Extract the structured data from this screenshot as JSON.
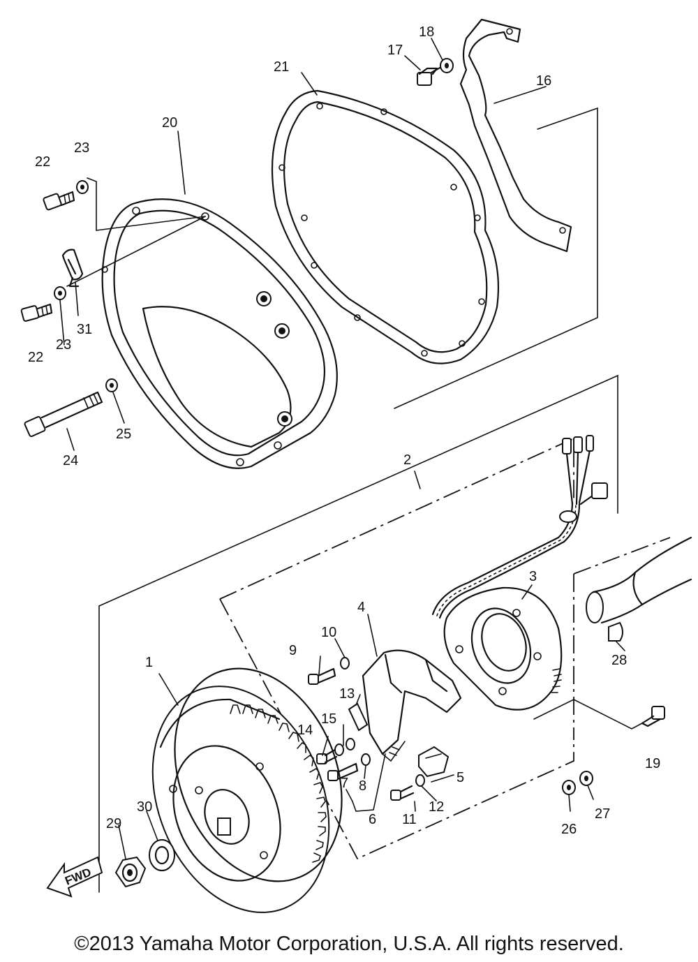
{
  "parts": {
    "p1": "1",
    "p2": "2",
    "p3": "3",
    "p4": "4",
    "p5": "5",
    "p6": "6",
    "p7": "7",
    "p8": "8",
    "p9": "9",
    "p10": "10",
    "p11": "11",
    "p12": "12",
    "p13": "13",
    "p14": "14",
    "p15": "15",
    "p16": "16",
    "p17": "17",
    "p18": "18",
    "p19": "19",
    "p20": "20",
    "p21": "21",
    "p22a": "22",
    "p22b": "22",
    "p23a": "23",
    "p23b": "23",
    "p24": "24",
    "p25": "25",
    "p26": "26",
    "p27": "27",
    "p28": "28",
    "p29": "29",
    "p30": "30",
    "p31": "31"
  },
  "direction_label": "FWD",
  "copyright": "©2013 Yamaha Motor Corporation, U.S.A. All rights reserved."
}
